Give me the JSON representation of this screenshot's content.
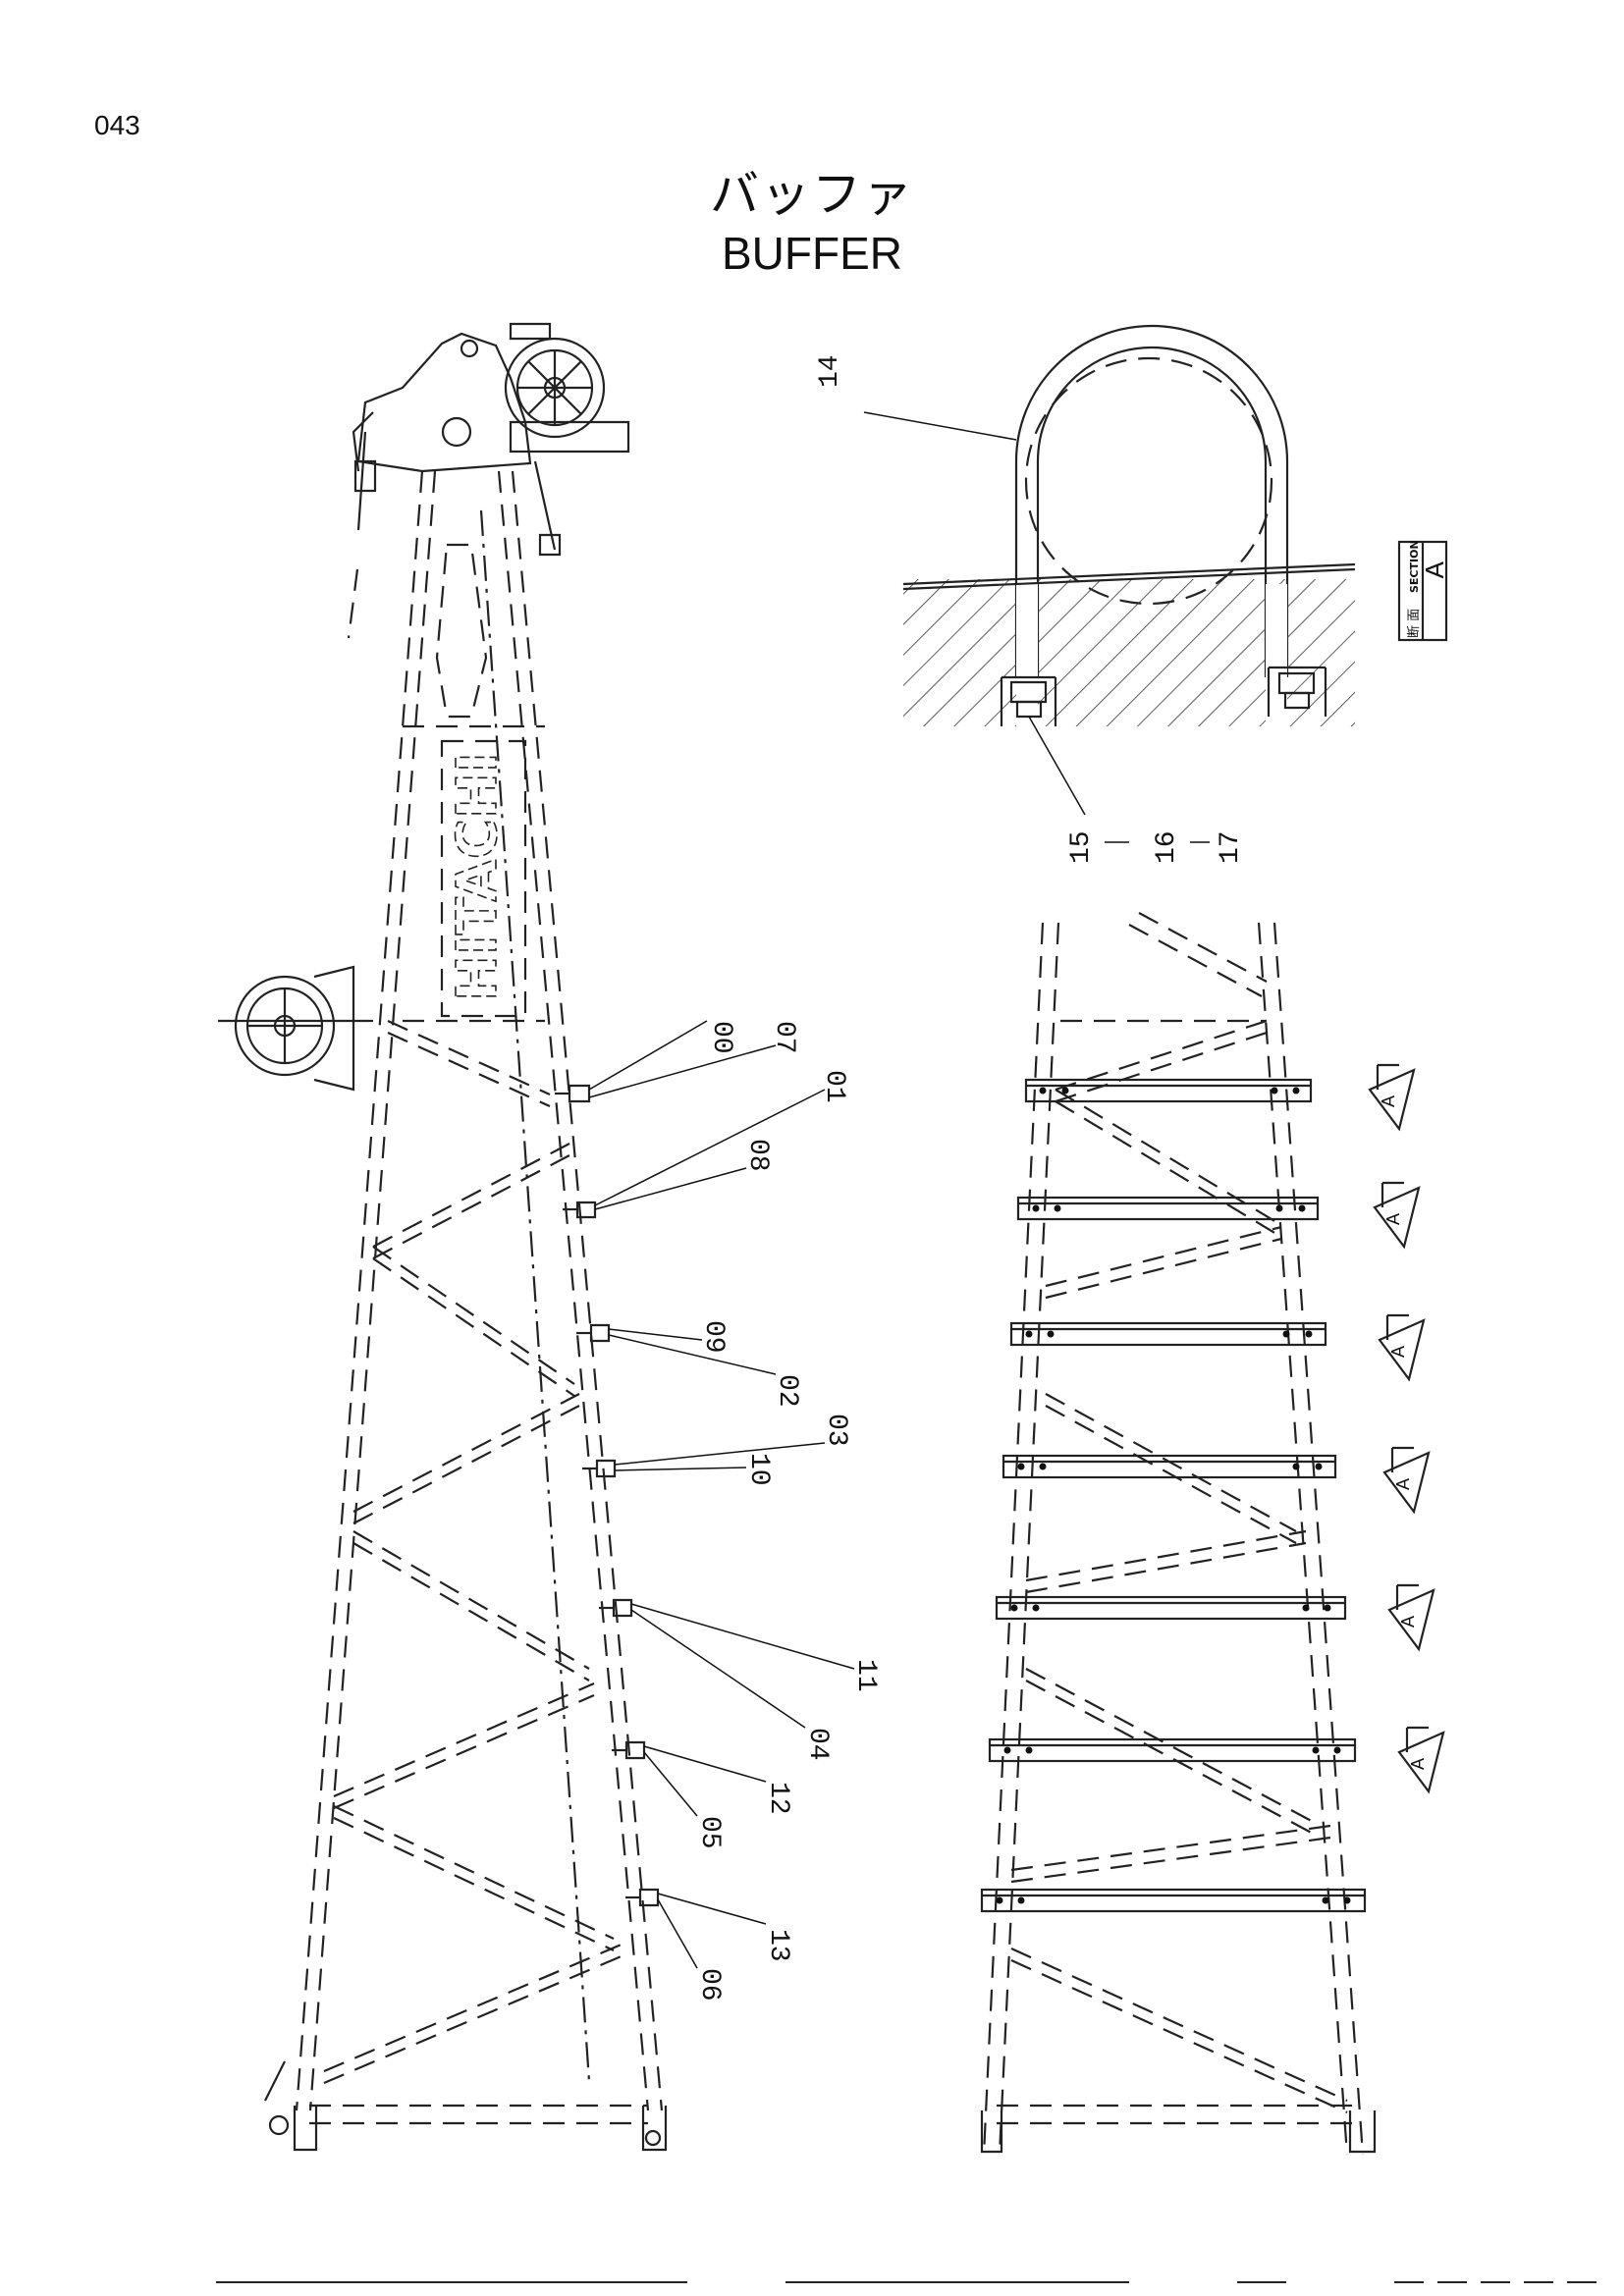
{
  "page_number": "043",
  "title": {
    "japanese": "バッファ",
    "english": "BUFFER"
  },
  "logo_text": "HITACHI",
  "section_tag": {
    "letter": "A",
    "japanese": "断 面",
    "english": "SECTION"
  },
  "section_marker_letter": "A",
  "callouts": {
    "c00": "00",
    "c01": "01",
    "c02": "02",
    "c03": "03",
    "c04": "04",
    "c05": "05",
    "c06": "06",
    "c07": "07",
    "c08": "08",
    "c09": "09",
    "c10": "10",
    "c11": "11",
    "c12": "12",
    "c13": "13",
    "c14": "14",
    "c15": "15",
    "c16": "16",
    "c17": "17"
  }
}
